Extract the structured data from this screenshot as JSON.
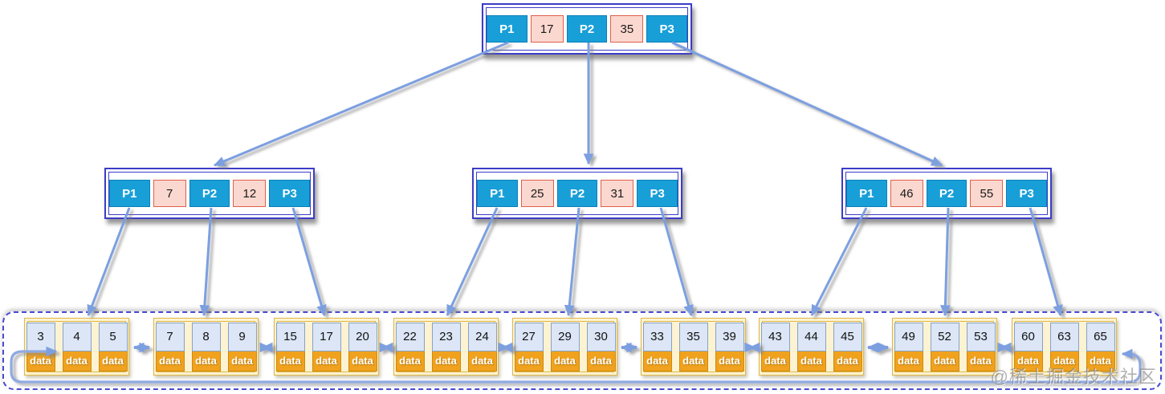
{
  "watermark": "@稀土掘金技术社区",
  "labels": {
    "data_cell": "data"
  },
  "tree": {
    "root": {
      "pointers": [
        "P1",
        "P2",
        "P3"
      ],
      "keys": [
        "17",
        "35"
      ]
    },
    "internal_nodes": [
      {
        "pointers": [
          "P1",
          "P2",
          "P3"
        ],
        "keys": [
          "7",
          "12"
        ]
      },
      {
        "pointers": [
          "P1",
          "P2",
          "P3"
        ],
        "keys": [
          "25",
          "31"
        ]
      },
      {
        "pointers": [
          "P1",
          "P2",
          "P3"
        ],
        "keys": [
          "46",
          "55"
        ]
      }
    ],
    "leaf_nodes": [
      {
        "values": [
          "3",
          "4",
          "5"
        ]
      },
      {
        "values": [
          "7",
          "8",
          "9"
        ]
      },
      {
        "values": [
          "15",
          "17",
          "20"
        ]
      },
      {
        "values": [
          "22",
          "23",
          "24"
        ]
      },
      {
        "values": [
          "27",
          "29",
          "30"
        ]
      },
      {
        "values": [
          "33",
          "35",
          "39"
        ]
      },
      {
        "values": [
          "43",
          "44",
          "45"
        ]
      },
      {
        "values": [
          "49",
          "52",
          "53"
        ]
      },
      {
        "values": [
          "60",
          "63",
          "65"
        ]
      }
    ]
  },
  "colors": {
    "pointer_cell_bg": "#189fd8",
    "pointer_cell_border": "#0d7fb8",
    "key_cell_bg": "#fbd8cf",
    "key_cell_border": "#df5f4b",
    "node_border": "#3c3cc9",
    "leaf_box_bg": "#fdf3d2",
    "leaf_box_border": "#dfb84a",
    "leaf_value_bg": "#dce6f6",
    "leaf_value_border": "#86a2c5",
    "leaf_data_bg": "#f0a21e",
    "leaf_data_border": "#cd8a10",
    "connector": "#7b9fe0",
    "connector_loop": "#8fa9e2",
    "dashed_container_border": "#4a4ad0"
  }
}
